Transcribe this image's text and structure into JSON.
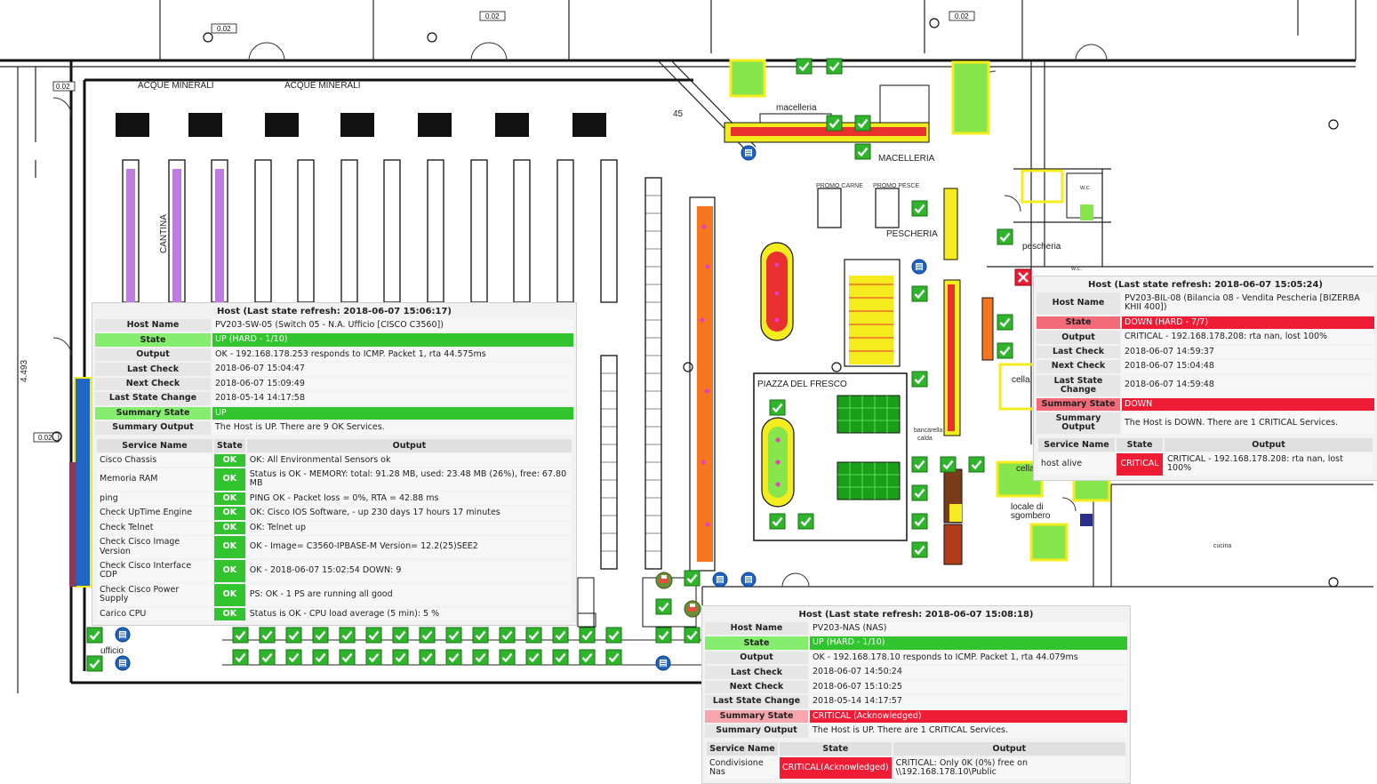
{
  "map": {
    "labels": {
      "acque1": "ACQUE MINERALI",
      "acque2": "ACQUE MINERALI",
      "macelleria": "macelleria",
      "macelleria_caps": "MACELLERIA",
      "pescheria_caps": "PESCHERIA",
      "pescheria": "pescheria",
      "piazza": "PIAZZA DEL FRESCO",
      "cantina": "CANTINA",
      "cella1": "cella",
      "cella2": "cella",
      "locale": "locale di",
      "sgombero": "sgombero",
      "ufficio": "ufficio",
      "bancarella": "bancarella",
      "calda": "calda",
      "wc1": "w.c.",
      "wc2": "w.c.",
      "cucina": "cucina",
      "dim1": "4.493",
      "dim2": "45",
      "tag1": "0.02",
      "tag2": "0.02",
      "tag3": "0.02",
      "tag4": "0.02",
      "tag5": "0.02",
      "promo1": "PROMO CARNE",
      "promo2": "PROMO PESCE"
    }
  },
  "popups": {
    "switch": {
      "title": "Host (Last state refresh: 2018-06-07 15:06:17)",
      "rows": [
        {
          "k": "Host Name",
          "v": "PV203-SW-05 (Switch 05 - N.A. Ufficio [CISCO C3560])"
        },
        {
          "k": "State",
          "v": "UP (HARD - 1/10)"
        },
        {
          "k": "Output",
          "v": "OK - 192.168.178.253 responds to ICMP. Packet 1, rta 44.575ms"
        },
        {
          "k": "Last Check",
          "v": "2018-06-07 15:04:47"
        },
        {
          "k": "Next Check",
          "v": "2018-06-07 15:09:49"
        },
        {
          "k": "Last State Change",
          "v": "2018-05-14 14:17:58"
        },
        {
          "k": "Summary State",
          "v": "UP"
        },
        {
          "k": "Summary Output",
          "v": "The Host is UP. There are 9 OK Services."
        }
      ],
      "headers": [
        "Service Name",
        "State",
        "Output"
      ],
      "services": [
        {
          "n": "Cisco Chassis",
          "s": "OK",
          "o": "OK: All Environmental Sensors ok"
        },
        {
          "n": "Memoria RAM",
          "s": "OK",
          "o": "Status is OK - MEMORY: total: 91.28 MB, used: 23.48 MB (26%), free: 67.80 MB"
        },
        {
          "n": "ping",
          "s": "OK",
          "o": "PING OK - Packet loss = 0%, RTA = 42.88 ms"
        },
        {
          "n": "Check UpTime Engine",
          "s": "OK",
          "o": "OK: Cisco IOS Software, - up 230 days 17 hours 17 minutes"
        },
        {
          "n": "Check Telnet",
          "s": "OK",
          "o": "OK: Telnet up"
        },
        {
          "n": "Check Cisco Image Version",
          "s": "OK",
          "o": "OK - Image= C3560-IPBASE-M Version= 12.2(25)SEE2"
        },
        {
          "n": "Check Cisco Interface CDP",
          "s": "OK",
          "o": "OK - 2018-06-07 15:02:54 DOWN: 9"
        },
        {
          "n": "Check Cisco Power Supply",
          "s": "OK",
          "o": "PS: OK - 1 PS are running all good"
        },
        {
          "n": "Carico CPU",
          "s": "OK",
          "o": "Status is OK - CPU load average (5 min): 5 %"
        }
      ]
    },
    "bilancia": {
      "title": "Host (Last state refresh: 2018-06-07 15:05:24)",
      "rows": [
        {
          "k": "Host Name",
          "v": "PV203-BIL-08 (Bilancia 08 - Vendita Pescheria [BIZERBA KHII 400])"
        },
        {
          "k": "State",
          "v": "DOWN (HARD - 7/7)"
        },
        {
          "k": "Output",
          "v": "CRITICAL - 192.168.178.208: rta nan, lost 100%"
        },
        {
          "k": "Last Check",
          "v": "2018-06-07 14:59:37"
        },
        {
          "k": "Next Check",
          "v": "2018-06-07 15:04:48"
        },
        {
          "k": "Last State Change",
          "v": "2018-06-07 14:59:48"
        },
        {
          "k": "Summary State",
          "v": "DOWN"
        },
        {
          "k": "Summary Output",
          "v": "The Host is DOWN. There are 1 CRITICAL Services."
        }
      ],
      "headers": [
        "Service Name",
        "State",
        "Output"
      ],
      "services": [
        {
          "n": "host alive",
          "s": "CRITICAL",
          "o": "CRITICAL - 192.168.178.208: rta nan, lost 100%"
        }
      ]
    },
    "nas": {
      "title": "Host (Last state refresh: 2018-06-07 15:08:18)",
      "rows": [
        {
          "k": "Host Name",
          "v": "PV203-NAS (NAS)"
        },
        {
          "k": "State",
          "v": "UP (HARD - 1/10)"
        },
        {
          "k": "Output",
          "v": "OK - 192.168.178.10 responds to ICMP. Packet 1, rta 44.079ms"
        },
        {
          "k": "Last Check",
          "v": "2018-06-07 14:50:24"
        },
        {
          "k": "Next Check",
          "v": "2018-06-07 15:10:25"
        },
        {
          "k": "Last State Change",
          "v": "2018-05-14 14:17:57"
        },
        {
          "k": "Summary State",
          "v": "CRITICAL (Acknowledged)"
        },
        {
          "k": "Summary Output",
          "v": "The Host is UP. There are 1 CRITICAL Services."
        }
      ],
      "headers": [
        "Service Name",
        "State",
        "Output"
      ],
      "services": [
        {
          "n": "Condivisione Nas",
          "s": "CRITICAL(Acknowledged)",
          "o": "CRITICAL: Only 0K (0%) free on \\\\192.168.178.10\\Public"
        }
      ]
    }
  },
  "colors": {
    "ok_green": "#31c42e",
    "critical_red": "#ee1c35",
    "shelf_orange": "#f7751e",
    "shelf_purple": "#c07be0",
    "shelf_yellow": "#f4ec1e"
  },
  "icons": {
    "ok": "green-check-icon",
    "down": "red-x-icon",
    "server": "blue-server-icon",
    "printer": "printer-icon"
  }
}
